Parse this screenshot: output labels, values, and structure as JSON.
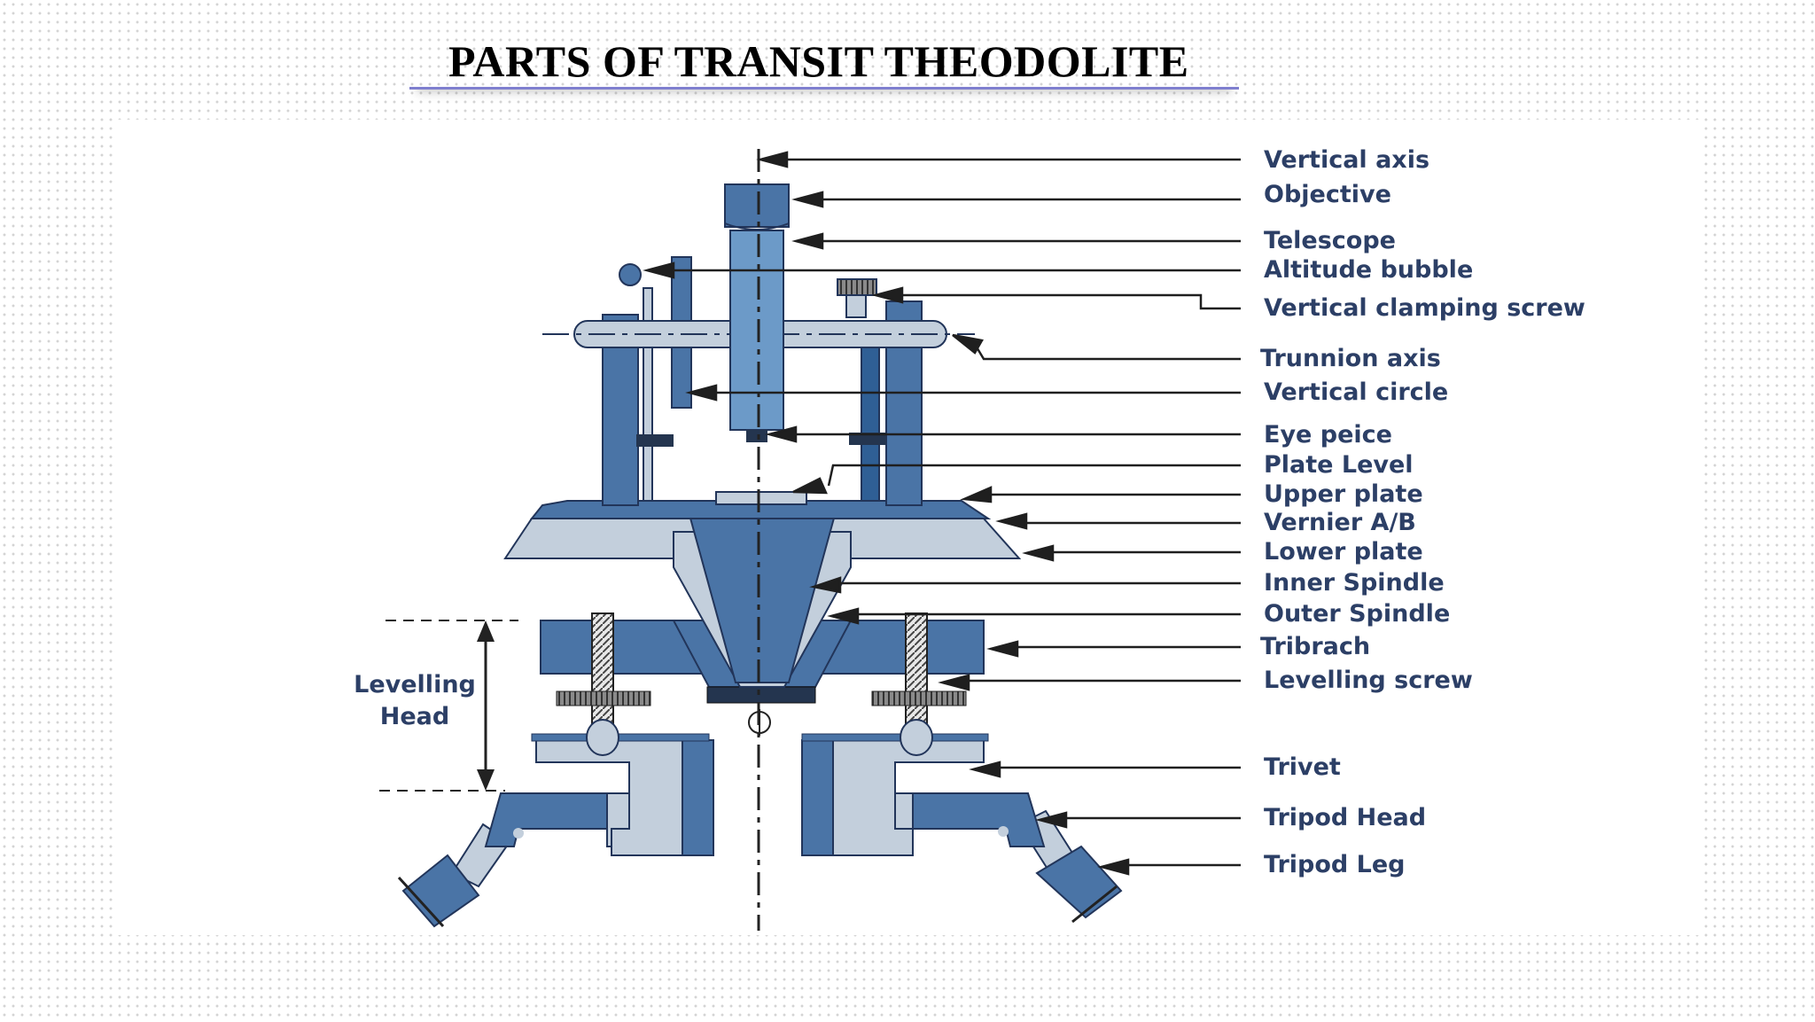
{
  "title": "PARTS OF TRANSIT THEODOLITE",
  "left_label": {
    "line1": "Levelling",
    "line2": "Head"
  },
  "labels": [
    "Vertical axis",
    "Objective",
    "Telescope",
    "Altitude bubble",
    "Vertical clamping screw",
    "Trunnion axis",
    "Vertical circle",
    "Eye peice",
    "Plate Level",
    "Upper plate",
    "Vernier A/B",
    "Lower plate",
    "Inner Spindle",
    "Outer Spindle",
    "Tribrach",
    "Levelling screw",
    "Trivet",
    "Tripod Head",
    "Tripod Leg"
  ],
  "colors": {
    "dark_blue": "#4a74a6",
    "light_blue": "#c3cfdc",
    "mid_blue": "#6c9ac8",
    "label_text": "#2c3f66",
    "title_underline": "#7f7fcf"
  }
}
